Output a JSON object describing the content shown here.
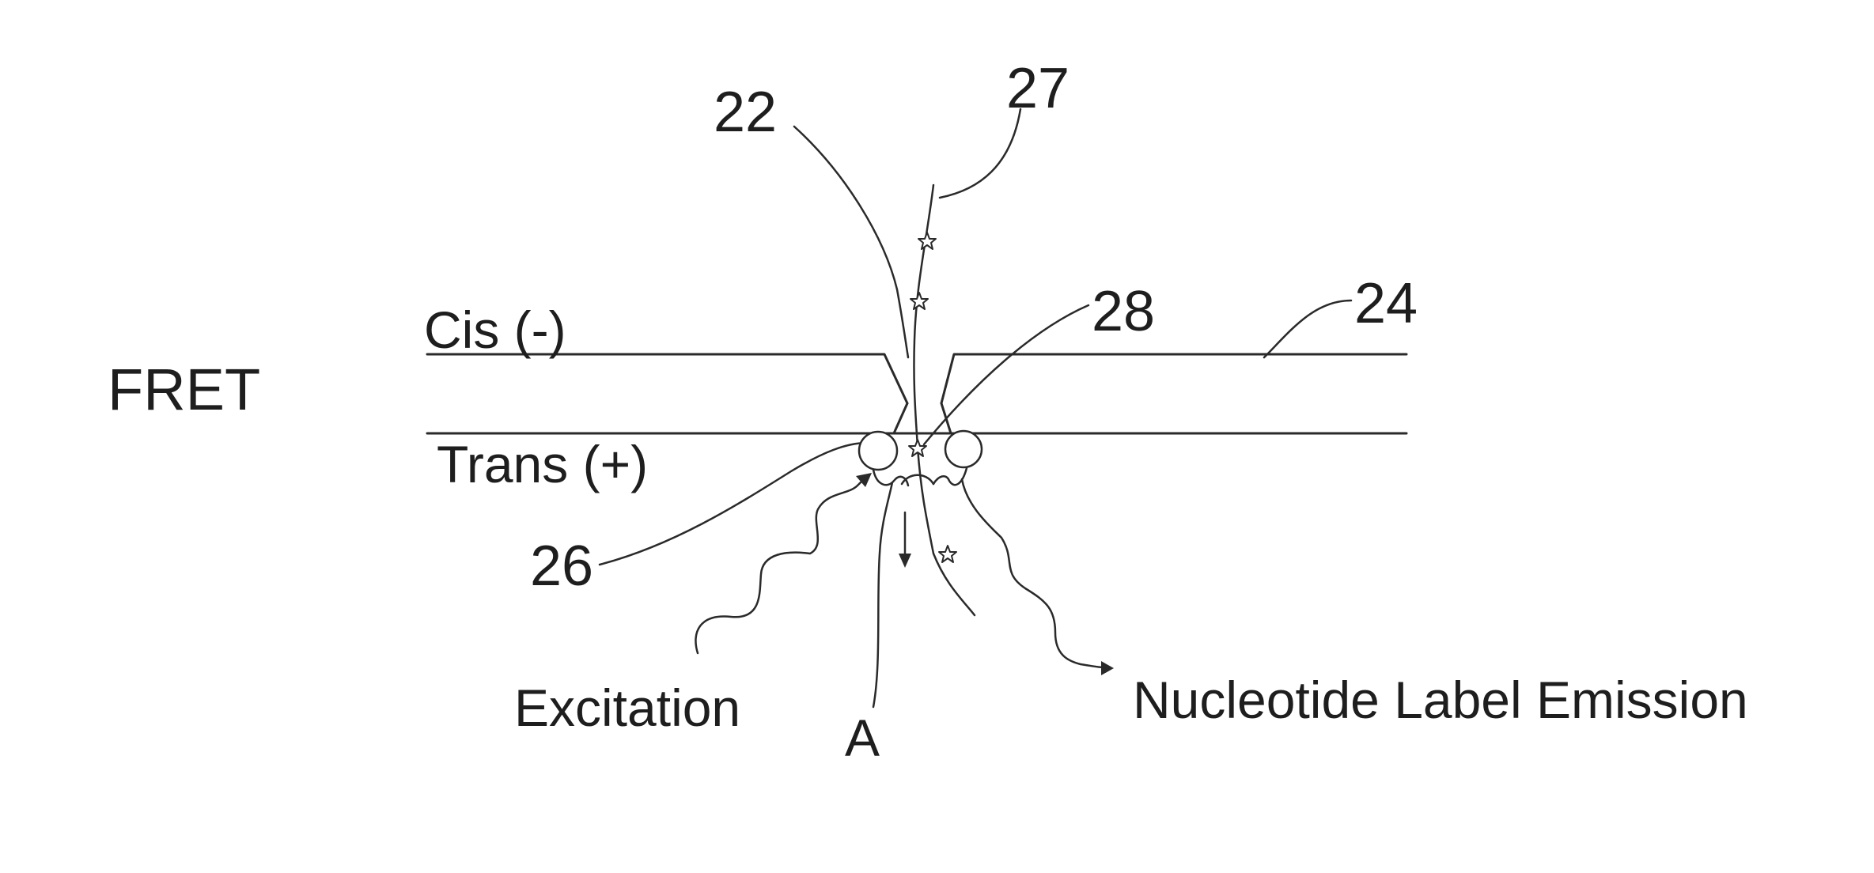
{
  "figure": {
    "side_label": "FRET",
    "cis_label": "Cis (-)",
    "trans_label": "Trans (+)",
    "excitation_label": "Excitation",
    "emission_label": "Nucleotide Label Emission",
    "marker_a": "A",
    "refs": {
      "r22": "22",
      "r24": "24",
      "r26": "26",
      "r27": "27",
      "r28": "28"
    }
  }
}
